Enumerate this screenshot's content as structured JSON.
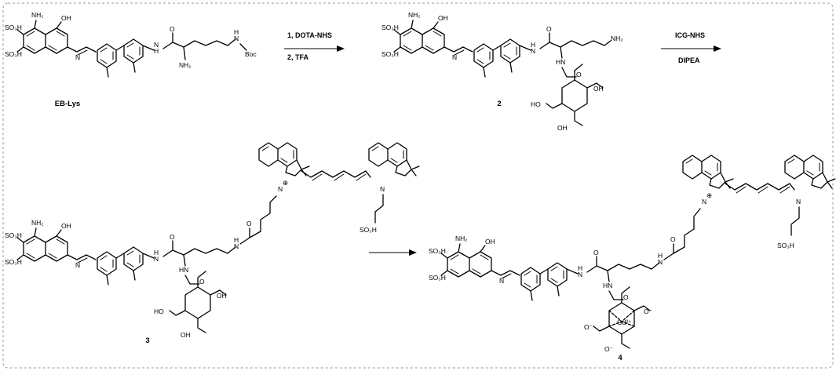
{
  "compounds": {
    "c1": {
      "label": "EB-Lys"
    },
    "c2": {
      "label": "2"
    },
    "c3": {
      "label": "3"
    },
    "c4": {
      "label": "4"
    }
  },
  "arrows": {
    "a1": {
      "line1": "1, DOTA-NHS",
      "line2": "2, TFA"
    },
    "a2": {
      "line1": "ICG-NHS",
      "line2": "DIPEA"
    }
  },
  "atoms": {
    "so3h": "SO₃H",
    "nh2": "NH₂",
    "oh": "OH",
    "ho": "HO",
    "nh": "NH",
    "hn": "HN",
    "h": "H",
    "n": "N",
    "o": "O",
    "boc": "Boc",
    "gd": "Gd³⁺",
    "ominus": "O⁻",
    "plus": "⊕"
  }
}
